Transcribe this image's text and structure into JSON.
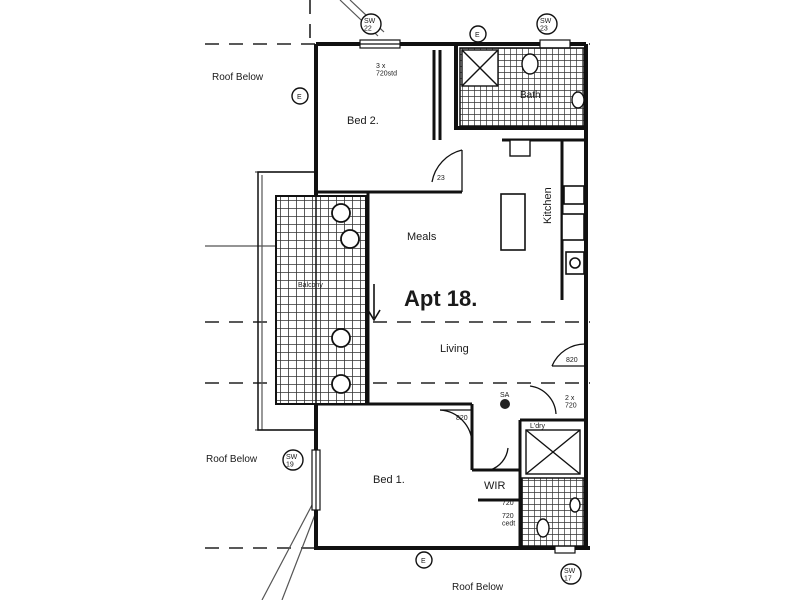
{
  "plan": {
    "title": "Apt 18.",
    "rooms": {
      "bed2": "Bed 2.",
      "meals": "Meals",
      "kitchen": "Kitchen",
      "living": "Living",
      "bed1": "Bed 1.",
      "wir": "WIR",
      "bath": "Bath",
      "balcony": "Balcony"
    },
    "roof_labels": [
      "Roof Below",
      "Roof Below",
      "Roof Below"
    ],
    "tags": {
      "w_top_left": "SW\n22",
      "w_top_right": "SW\n23",
      "w_bed1": "SW\n19",
      "w_bottom": "SW\n17",
      "e_top": "E",
      "e_bottom": "E",
      "e_left": "E"
    },
    "notes": {
      "robe": "3 x\n720std",
      "door_bed2": "23",
      "door_living": "820",
      "door_bed1": "820",
      "door_wir": "720",
      "door_ens": "2 x\n720",
      "sa": "SA",
      "wir_shelf": "720\ncedt",
      "lndry": "L'dry"
    }
  }
}
